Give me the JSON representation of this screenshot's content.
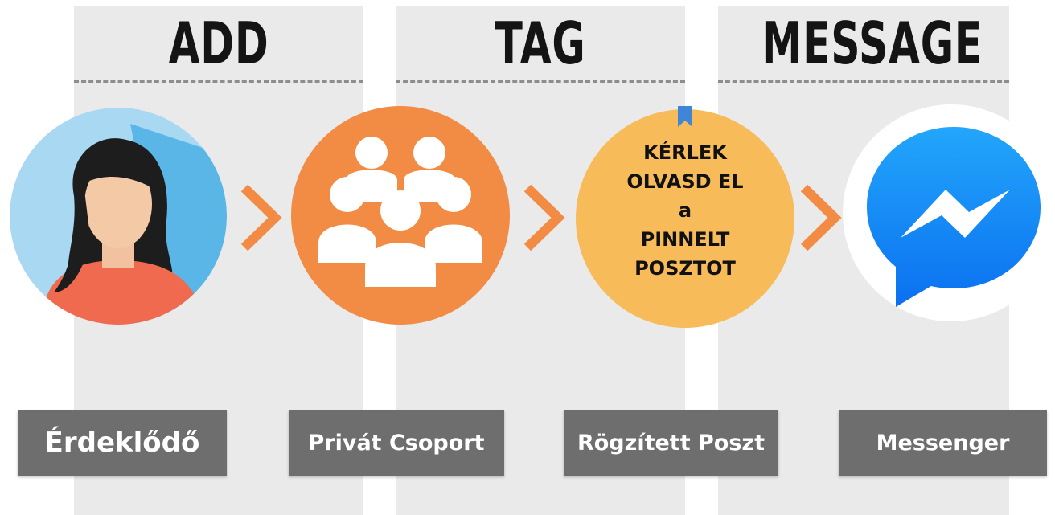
{
  "headers": [
    "ADD",
    "TAG",
    "MESSAGE"
  ],
  "steps": [
    {
      "label": "Érdeklődő",
      "icon": "woman-avatar-icon"
    },
    {
      "label": "Privát Csoport",
      "icon": "group-people-icon"
    },
    {
      "label": "Rögzített Poszt",
      "icon": "pinned-post-icon"
    },
    {
      "label": "Messenger",
      "icon": "messenger-icon"
    }
  ],
  "pinned_post_text": [
    "KÉRLEK",
    "OLVASD EL",
    "a",
    "PINNELT",
    "POSZTOT"
  ],
  "colors": {
    "orange": "#f28b44",
    "yellow": "#f7bb5a",
    "messenger_blue": "#1487f8",
    "avatar_sky": "#5bb6e8",
    "label_gray": "#6e6e6e",
    "band_gray": "#eaeaea"
  }
}
